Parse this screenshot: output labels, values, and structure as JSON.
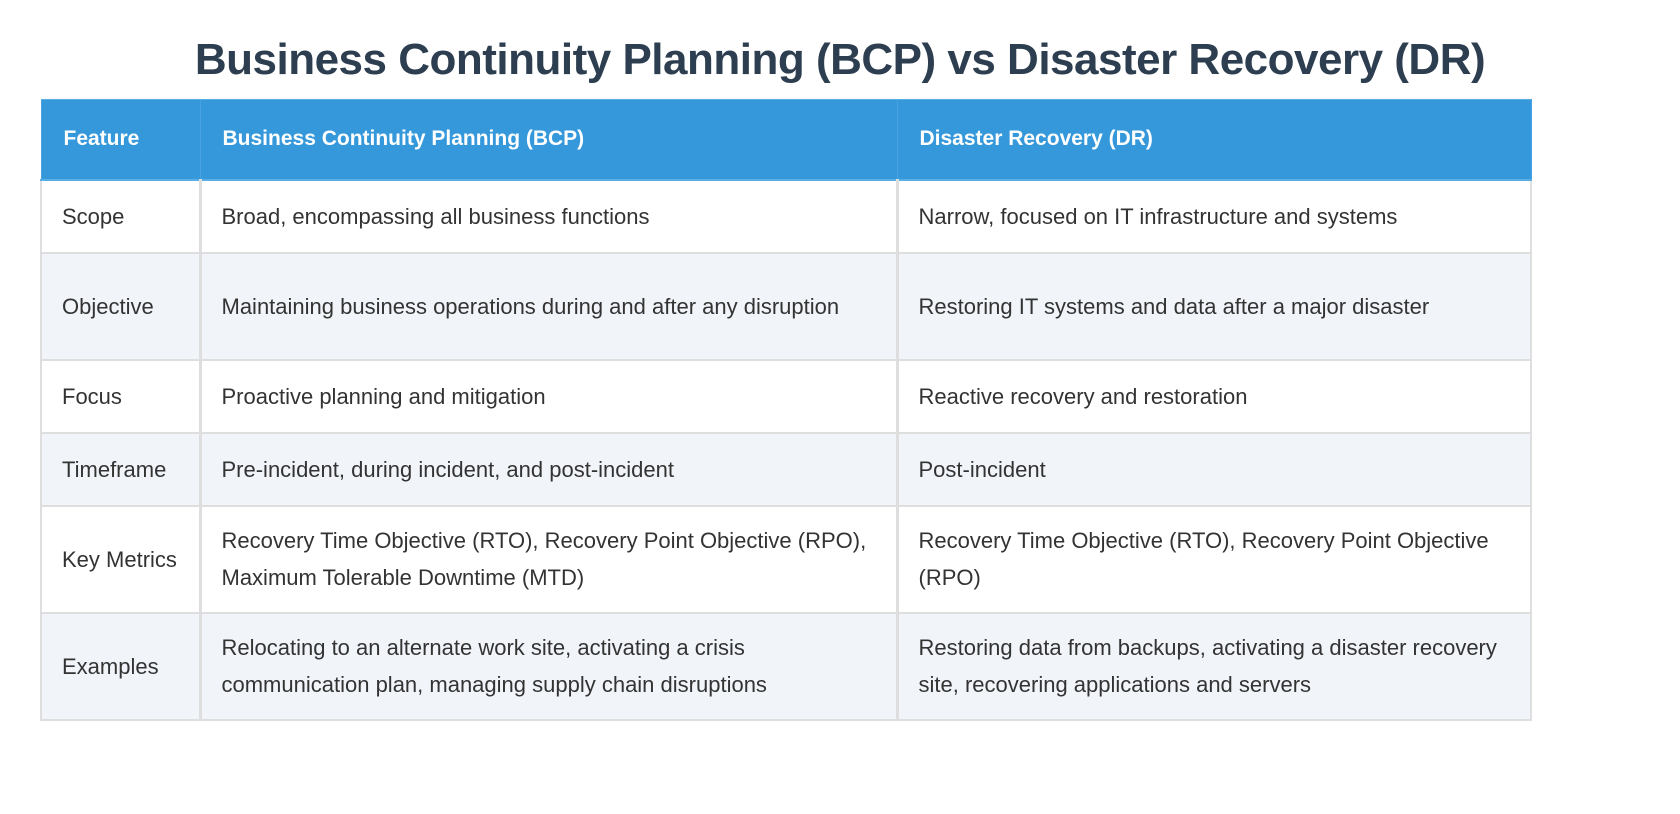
{
  "title": "Business Continuity Planning (BCP) vs Disaster Recovery (DR)",
  "colors": {
    "title": "#2c3e50",
    "header_bg": "#3498db",
    "header_text": "#ffffff",
    "row_alt_bg": "#f1f4f9",
    "border": "#dedede",
    "body_text": "#333333"
  },
  "table": {
    "headers": [
      "Feature",
      "Business Continuity Planning (BCP)",
      "Disaster Recovery (DR)"
    ],
    "rows": [
      {
        "feature": "Scope",
        "bcp": "Broad, encompassing all business functions",
        "dr": "Narrow, focused on IT infrastructure and systems"
      },
      {
        "feature": "Objective",
        "bcp": "Maintaining business operations during and after any disruption",
        "dr": "Restoring IT systems and data after a major disaster"
      },
      {
        "feature": "Focus",
        "bcp": "Proactive planning and mitigation",
        "dr": "Reactive recovery and restoration"
      },
      {
        "feature": "Timeframe",
        "bcp": "Pre-incident, during incident, and post-incident",
        "dr": "Post-incident"
      },
      {
        "feature": "Key Metrics",
        "bcp": "Recovery Time Objective (RTO), Recovery Point Objective (RPO), Maximum Tolerable Downtime (MTD)",
        "dr": "Recovery Time Objective (RTO), Recovery Point Objective (RPO)"
      },
      {
        "feature": "Examples",
        "bcp": "Relocating to an alternate work site, activating a crisis communication plan, managing supply chain disruptions",
        "dr": "Restoring data from backups, activating a disaster recovery site, recovering applications and servers"
      }
    ]
  }
}
